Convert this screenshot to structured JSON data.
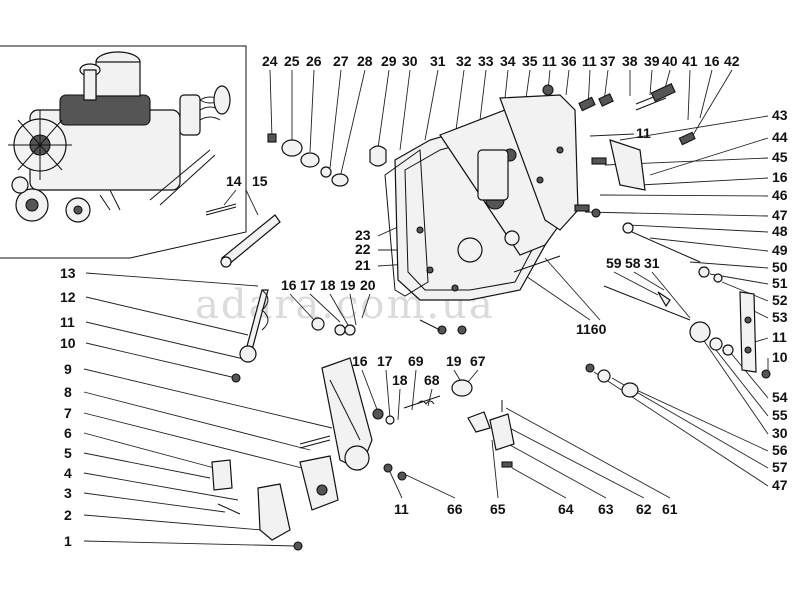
{
  "watermark": "adara.com.ua",
  "top_labels": [
    "24",
    "25",
    "26",
    "27",
    "28",
    "29",
    "30",
    "31",
    "32",
    "33",
    "34",
    "35",
    "11",
    "36",
    "11",
    "37",
    "38",
    "39",
    "40",
    "41",
    "16",
    "42"
  ],
  "right_labels": [
    "43",
    "44",
    "45",
    "16",
    "46",
    "47",
    "48",
    "49",
    "50",
    "51",
    "52",
    "53",
    "11",
    "10",
    "54",
    "55",
    "30",
    "56",
    "57",
    "47"
  ],
  "left_labels": [
    "13",
    "12",
    "11",
    "10",
    "9",
    "8",
    "7",
    "6",
    "5",
    "4",
    "3",
    "2",
    "1"
  ],
  "bottom_labels": [
    "11",
    "66",
    "65",
    "64",
    "63",
    "62",
    "61"
  ],
  "middle_labels": {
    "l14": "14",
    "l15": "15",
    "l16": "16",
    "l17": "17",
    "l18": "18",
    "l19": "19",
    "l20": "20",
    "l23": "23",
    "l22": "22",
    "l21": "21",
    "l11a": "11",
    "l1160": "1160",
    "l59": "59",
    "l58": "58",
    "l31": "31",
    "m16": "16",
    "m17": "17",
    "m69": "69",
    "m19": "19",
    "m67": "67",
    "m18": "18",
    "m68": "68"
  }
}
